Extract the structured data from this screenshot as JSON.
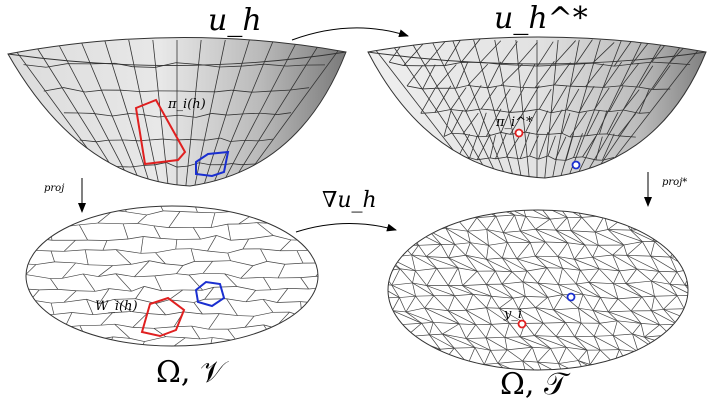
{
  "labels": {
    "top_left": "u_h",
    "top_right": "u_h^*",
    "middle_arrow": "∇u_h",
    "bottom_left": "Ω, 𝒱",
    "bottom_right": "Ω, 𝒯",
    "proj_left": "proj",
    "proj_right": "proj*",
    "cell_top": "π_i(h)",
    "cell_bottom": "W_i(h)",
    "point_top": "π_i^*",
    "point_bottom": "y_i"
  },
  "colors": {
    "red": "#e02020",
    "blue": "#1a2fd0",
    "mesh_line": "#333333"
  }
}
